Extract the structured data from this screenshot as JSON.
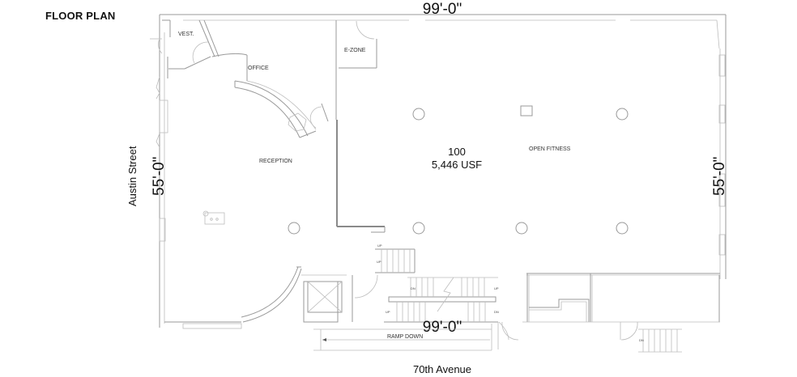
{
  "header": {
    "title": "FLOOR PLAN"
  },
  "dimensions": {
    "top_width": "99'-0\"",
    "bottom_width": "99'-0\"",
    "left_depth": "55'-0\"",
    "right_depth": "55'-0\""
  },
  "streets": {
    "left": "Austin Street",
    "bottom": "70th Avenue"
  },
  "unit": {
    "number": "100",
    "area": "5,446 USF"
  },
  "rooms": [
    {
      "id": "vest",
      "label": "VEST."
    },
    {
      "id": "office",
      "label": "OFFICE"
    },
    {
      "id": "e-zone",
      "label": "E-ZONE"
    },
    {
      "id": "reception",
      "label": "RECEPTION"
    },
    {
      "id": "open-fitness",
      "label": "OPEN FITNESS"
    }
  ],
  "annotations": {
    "ramp": "RAMP DOWN",
    "stair_up": "UP",
    "stair_dn": "DN"
  },
  "colors": {
    "line": "#9a9a9a",
    "text": "#111111",
    "background": "#ffffff"
  }
}
